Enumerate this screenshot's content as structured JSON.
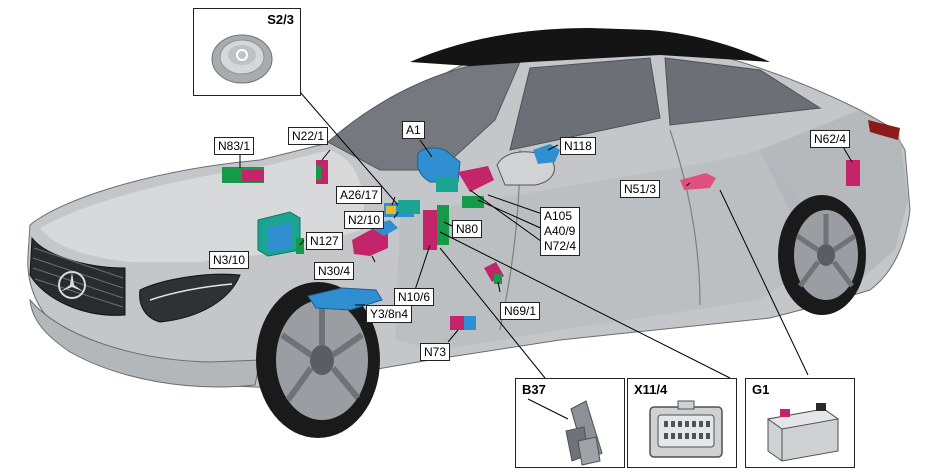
{
  "colors": {
    "body": "#c4c6c9",
    "body_light": "#dcdee0",
    "body_shadow": "#8f9296",
    "glass": "#6f737a",
    "roof": "#141414",
    "tire": "#1a1a1a",
    "module_cyan": "#2f8fd0",
    "module_teal": "#1aa592",
    "module_green": "#159a4a",
    "module_magenta": "#c4246a",
    "module_pink": "#d25f88",
    "line": "#000000"
  },
  "insets": {
    "s2_3": "S2/3",
    "b37": "B37",
    "x11_4": "X11/4",
    "g1": "G1"
  },
  "labels": {
    "n83_1": "N83/1",
    "n22_1": "N22/1",
    "a1": "A1",
    "n118": "N118",
    "n62_4": "N62/4",
    "n51_3": "N51/3",
    "a26_17": "A26/17",
    "n2_10": "N2/10",
    "n127": "N127",
    "n3_10": "N3/10",
    "n30_4": "N30/4",
    "n80": "N80",
    "a105": "A105",
    "a40_9": "A40/9",
    "n72_4": "N72/4",
    "n10_6": "N10/6",
    "n69_1": "N69/1",
    "y3_8n4": "Y3/8n4",
    "n73": "N73"
  }
}
